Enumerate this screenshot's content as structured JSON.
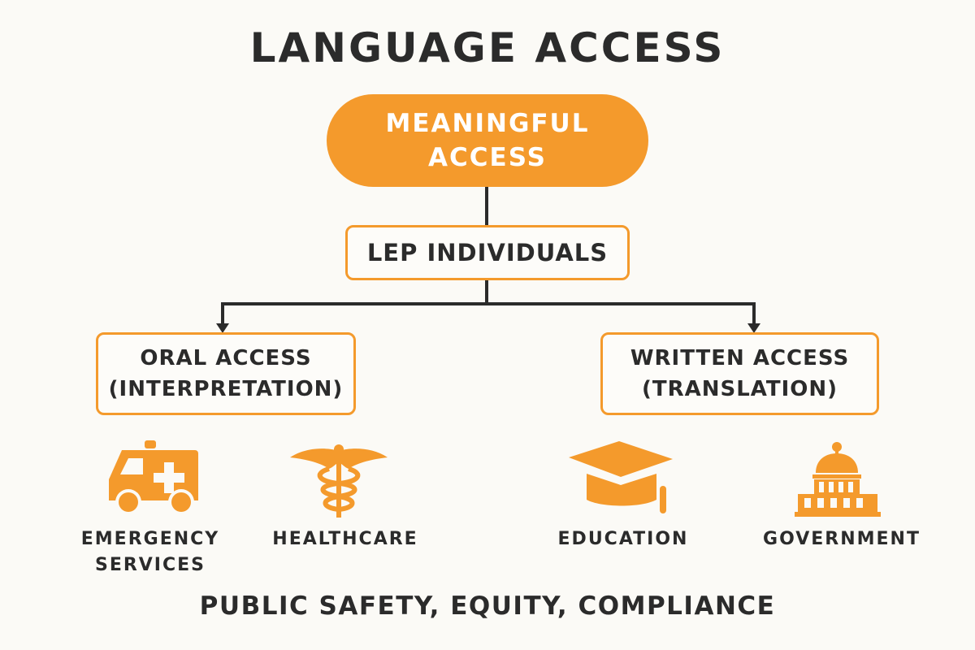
{
  "title": "LANGUAGE ACCESS",
  "root": {
    "line1": "MEANINGFUL",
    "line2": "ACCESS"
  },
  "middle": {
    "label": "LEP INDIVIDUALS"
  },
  "branches": [
    {
      "line1": "ORAL ACCESS",
      "line2": "(INTERPRETATION)"
    },
    {
      "line1": "WRITTEN ACCESS",
      "line2": "(TRANSLATION)"
    }
  ],
  "sectors": [
    {
      "icon": "ambulance-icon",
      "line1": "EMERGENCY",
      "line2": "SERVICES"
    },
    {
      "icon": "caduceus-icon",
      "line1": "HEALTHCARE",
      "line2": ""
    },
    {
      "icon": "graduation-cap-icon",
      "line1": "EDUCATION",
      "line2": ""
    },
    {
      "icon": "capitol-building-icon",
      "line1": "GOVERNMENT",
      "line2": ""
    }
  ],
  "footer": "PUBLIC SAFETY, EQUITY, COMPLIANCE",
  "colors": {
    "accent": "#f49a2c",
    "text": "#2b2b2b",
    "background": "#fbfaf6"
  }
}
